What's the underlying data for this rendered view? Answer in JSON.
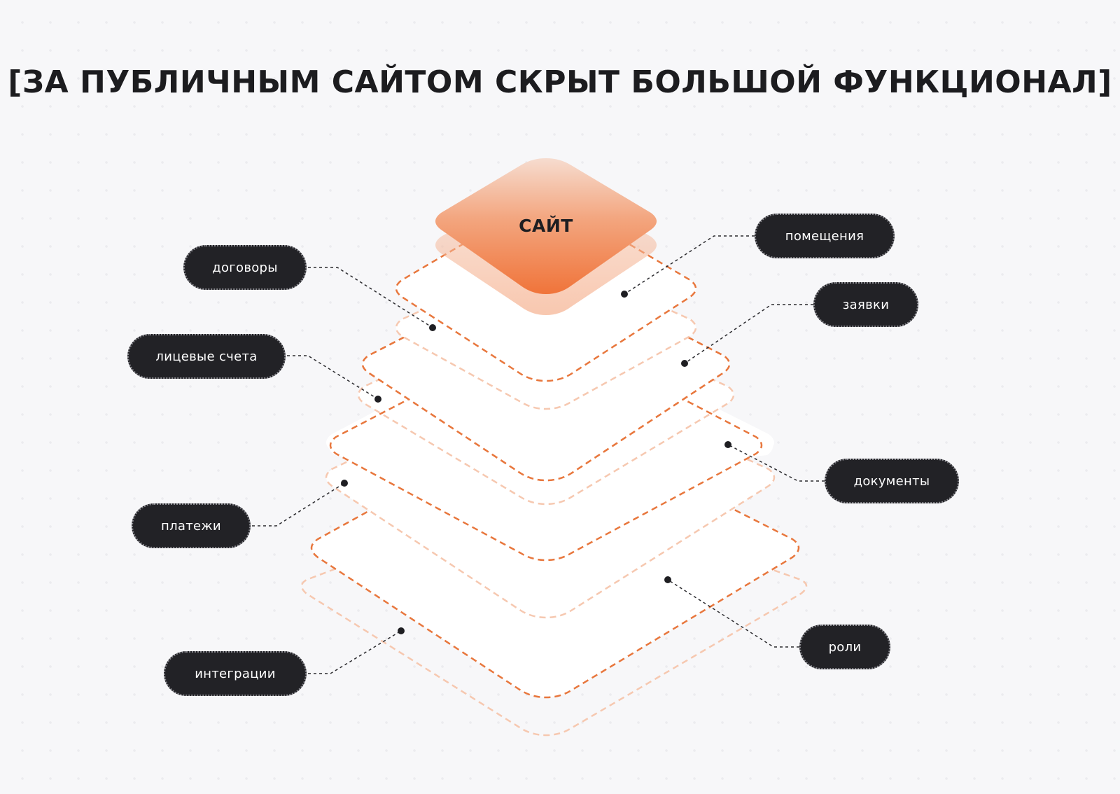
{
  "title": "[ЗА ПУБЛИЧНЫМ САЙТОМ СКРЫТ БОЛЬШОЙ ФУНКЦИОНАЛ]",
  "top_layer_label": "САЙТ",
  "colors": {
    "accent": "#f07a3c",
    "layer_dash": "#e8773d",
    "layer_shadow_dash": "#f6c8b0",
    "pill_bg": "#222226",
    "background": "#f7f7f9"
  },
  "labels": {
    "contracts": "договоры",
    "accounts": "лицевые счета",
    "payments": "платежи",
    "integrations": "интеграции",
    "premises": "помещения",
    "requests": "заявки",
    "documents": "документы",
    "roles": "роли"
  }
}
